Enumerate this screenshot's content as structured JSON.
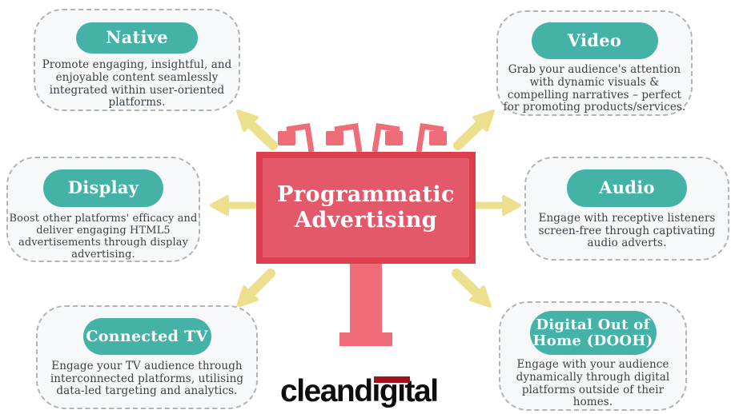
{
  "title": {
    "line1": "Programmatic",
    "line2": "Advertising"
  },
  "nodes": [
    {
      "id": "native",
      "label": "Native",
      "description": "Promote engaging, insightful, and enjoyable content seamlessly integrated within user-oriented platforms."
    },
    {
      "id": "video",
      "label": "Video",
      "description": "Grab your audience's attention with dynamic visuals & compelling narratives – perfect for promoting products/services."
    },
    {
      "id": "display",
      "label": "Display",
      "description": "Boost other platforms' efficacy and deliver engaging HTML5 advertisements through display advertising."
    },
    {
      "id": "audio",
      "label": "Audio",
      "description": "Engage with receptive listeners screen-free through captivating audio adverts."
    },
    {
      "id": "connected-tv",
      "label": "Connected TV",
      "description": "Engage your TV audience through interconnected platforms, utilising data-led targeting and analytics."
    },
    {
      "id": "dooh",
      "label": "Digital Out of Home (DOOH)",
      "description": "Engage with your audience dynamically through digital platforms outside of their homes."
    }
  ],
  "logo": {
    "text": "cleandigital"
  },
  "colors": {
    "teal": "#44b2a6",
    "billboard-frame": "#dd3e4e",
    "billboard-fill": "#e4596a",
    "stand": "#ef6d78",
    "arrow": "#ece08f",
    "text": "#3a4048",
    "card-border": "#b3b3b3",
    "card-bg": "#f7f8f9",
    "logo-black": "#0e0e0e",
    "logo-red": "#a0111c"
  }
}
